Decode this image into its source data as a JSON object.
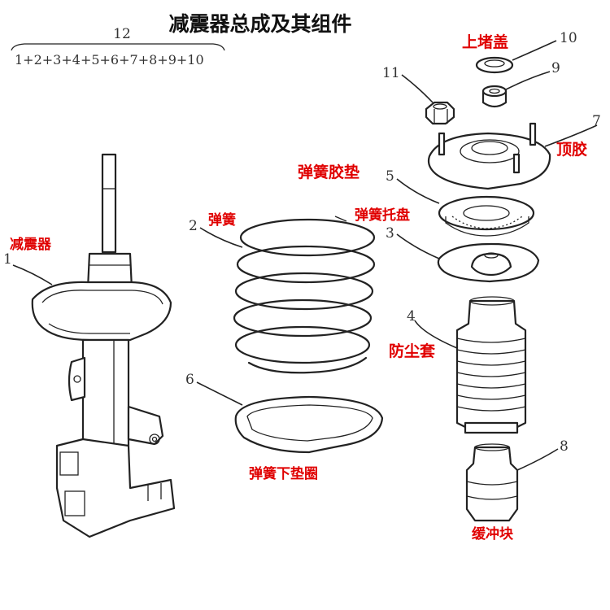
{
  "title": "减震器总成及其组件",
  "assembly": {
    "number": "12",
    "formula": "1+2+3+4+5+6+7+8+9+10"
  },
  "accent_color": "#e00000",
  "parts": [
    {
      "number": "1",
      "label": "减震器"
    },
    {
      "number": "2",
      "label": "弹簧"
    },
    {
      "number": "3",
      "label": "弹簧托盘"
    },
    {
      "number": "4",
      "label": "防尘套"
    },
    {
      "number": "5",
      "label": "弹簧胶垫"
    },
    {
      "number": "6",
      "label": "弹簧下垫圈"
    },
    {
      "number": "7",
      "label": "顶胶"
    },
    {
      "number": "8",
      "label": "缓冲块"
    },
    {
      "number": "9",
      "label": ""
    },
    {
      "number": "10",
      "label": "上堵盖"
    },
    {
      "number": "11",
      "label": ""
    }
  ]
}
